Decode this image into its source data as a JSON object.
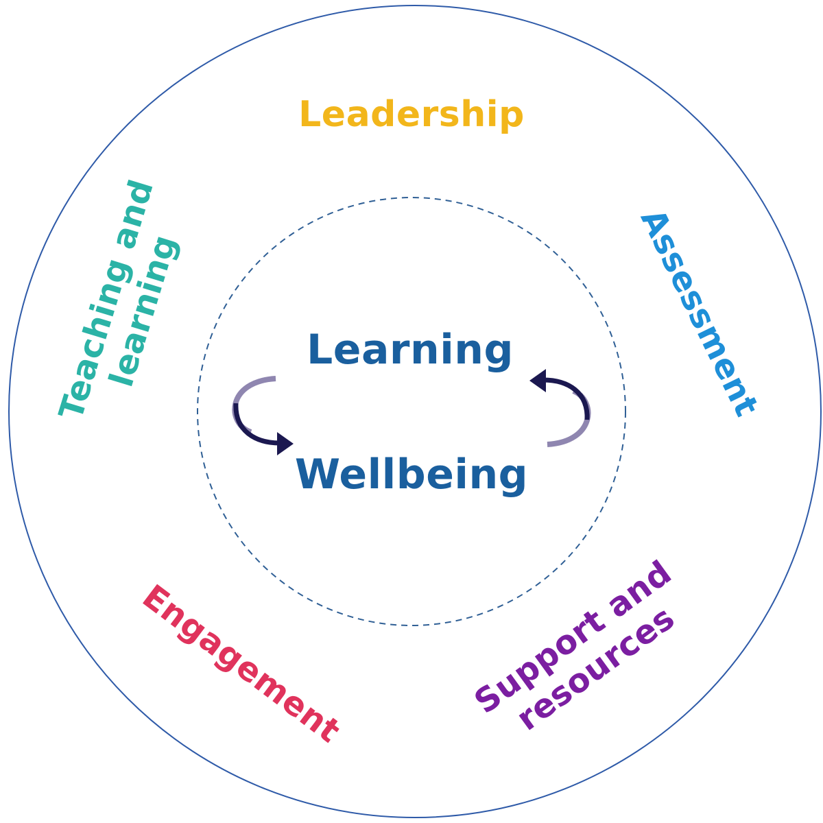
{
  "center": {
    "top_label": "Learning",
    "bottom_label": "Wellbeing"
  },
  "domains": {
    "leadership": "Leadership",
    "assessment": "Assessment",
    "teaching_line1": "Teaching and",
    "teaching_line2": "learning",
    "engagement": "Engagement",
    "support_line1": "Support and",
    "support_line2": "resources"
  },
  "colors": {
    "outer_ring": "#2e5aa8",
    "inner_dashed_ring": "#2f5f95",
    "center_text": "#1a5f9e",
    "leadership": "#f2b61b",
    "assessment": "#1e8fd8",
    "teaching": "#2bb3a6",
    "engagement": "#e0335c",
    "support": "#7b1ea1",
    "arrow_dark": "#1b1850",
    "arrow_light": "#8f86b0"
  }
}
